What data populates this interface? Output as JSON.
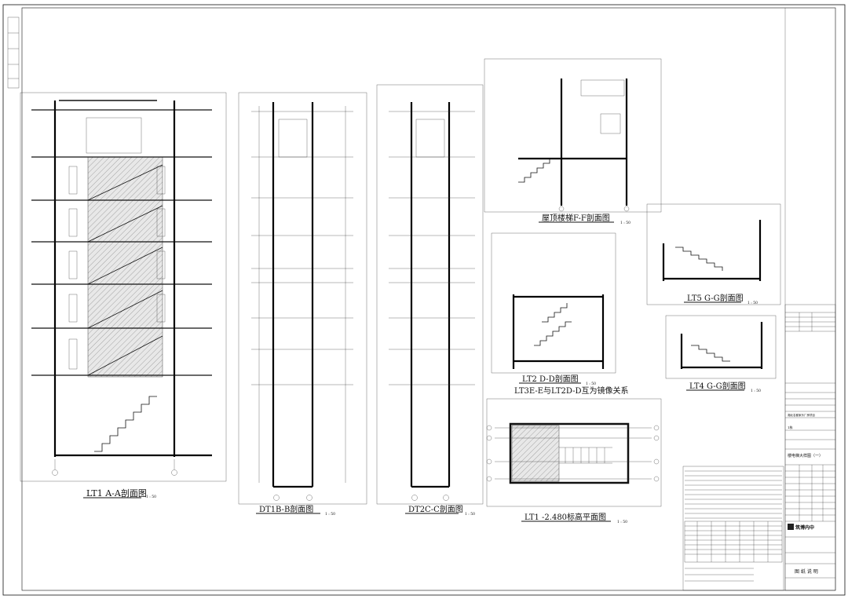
{
  "titles": {
    "lt1_aa": "LT1 A-A剖面图",
    "dt1_bb": "DT1B-B剖面图",
    "dt2_cc": "DT2C-C剖面图",
    "roof_ff": "屋顶楼梯F-F剖面图",
    "lt2_dd": "LT2  D-D剖面图",
    "mirror_note": "LT3E-E与LT2D-D互为镜像关系",
    "lt5_gg": "LT5 G-G剖面图",
    "lt4_gg": "LT4 G-G剖面图",
    "lt1_plan": "LT1 -2.480标高平面图"
  },
  "scale": "1 : 50",
  "title_block": {
    "drawing_title": "楼电梯大样图（一）",
    "company_logo": "筑博内中",
    "stamp_area": "图 纸 说 明",
    "project": "湘北名都家乐厂房项目",
    "subproject": "1栋"
  }
}
